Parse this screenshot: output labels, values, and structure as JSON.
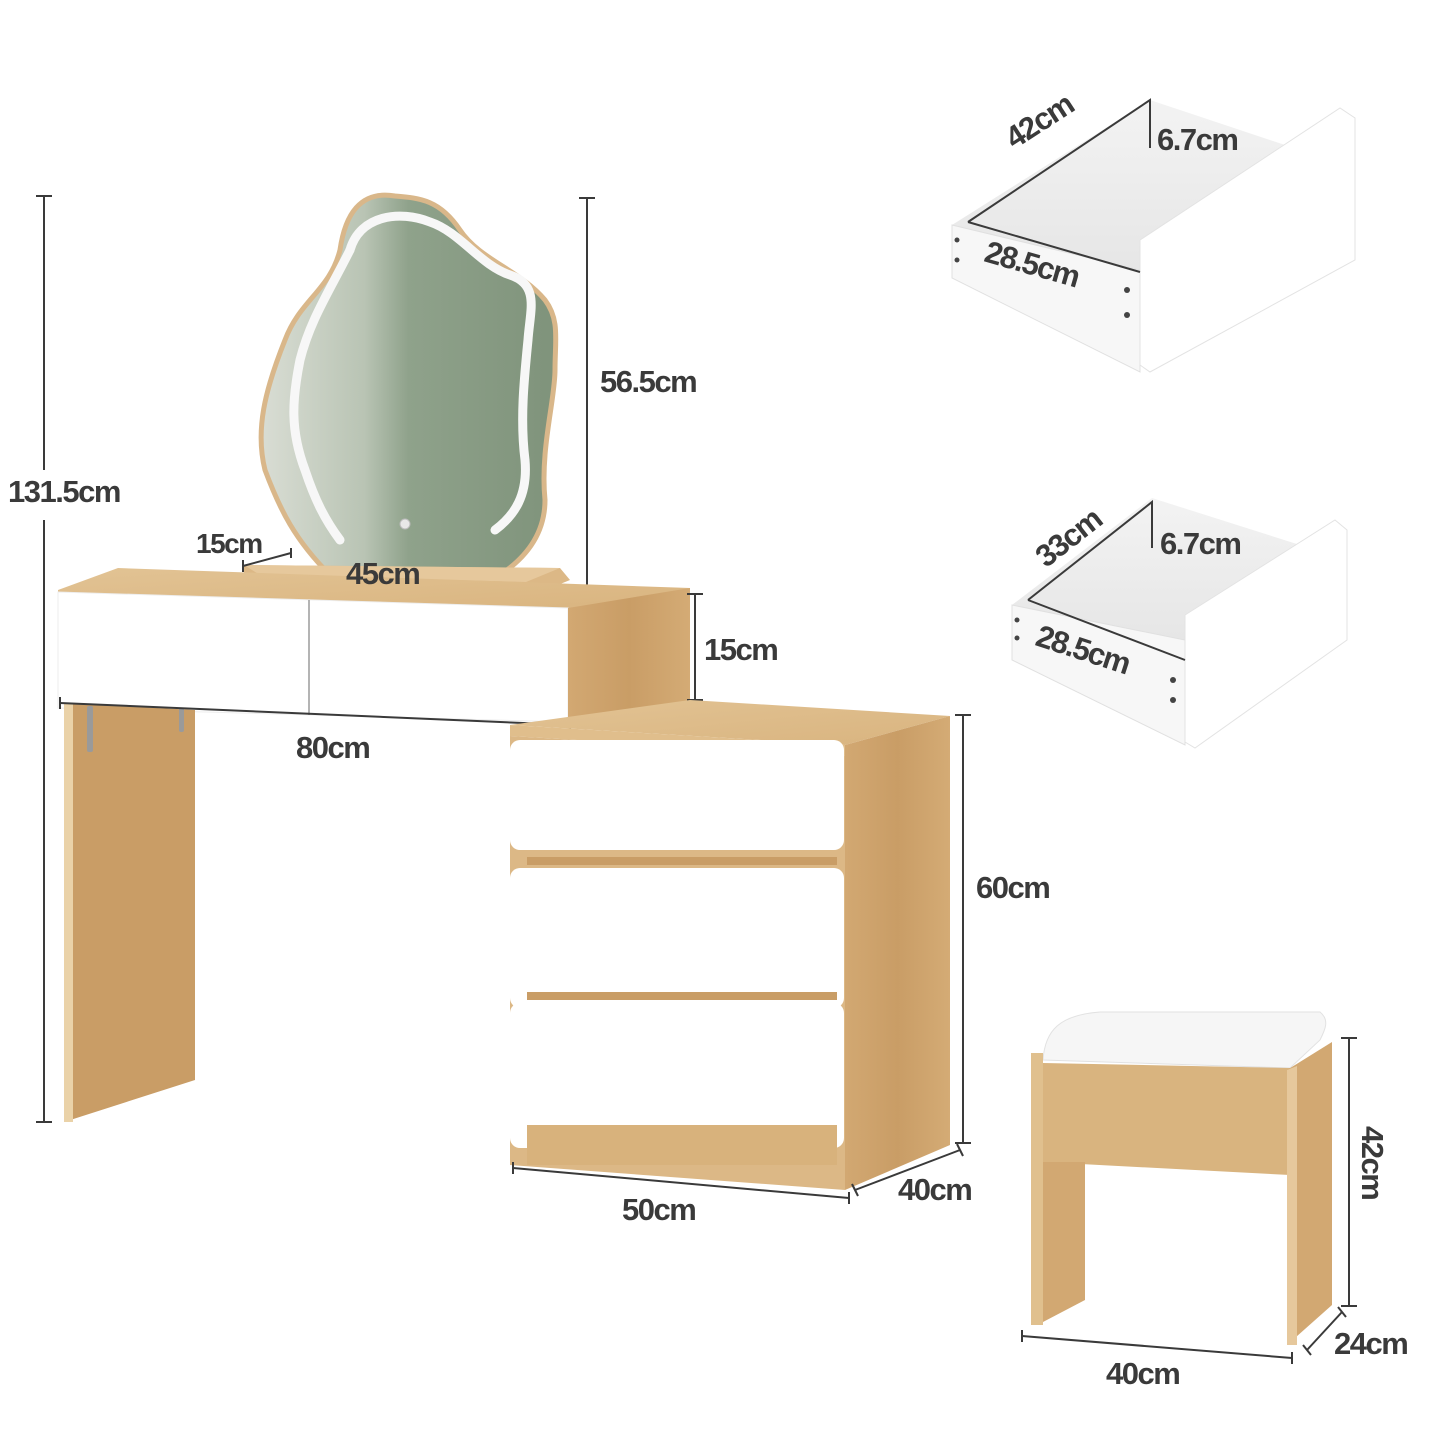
{
  "diagram": {
    "subject": "Vanity dressing table set with mirror, drawer cabinet and stool",
    "colors": {
      "background": "#ffffff",
      "wood": "#d9b582",
      "wood_dark": "#c99f66",
      "wood_light": "#ead2a8",
      "white_panel": "#ffffff",
      "mirror_glass": "#8a9d86",
      "dimension_line": "#3a3a3a",
      "label_text": "#3a3a3a"
    },
    "vanity": {
      "total_height": "131.5cm",
      "mirror_height": "56.5cm",
      "mirror_base_depth": "15cm",
      "mirror_base_width": "45cm",
      "desk_drawer_height": "15cm",
      "desk_width": "80cm"
    },
    "cabinet": {
      "height": "60cm",
      "width": "50cm",
      "depth": "40cm",
      "drawer_count": 3
    },
    "drawer_large": {
      "depth": "42cm",
      "height": "6.7cm",
      "width": "28.5cm"
    },
    "drawer_small": {
      "depth": "33cm",
      "height": "6.7cm",
      "width": "28.5cm"
    },
    "stool": {
      "height": "42cm",
      "width": "40cm",
      "depth": "24cm"
    }
  }
}
